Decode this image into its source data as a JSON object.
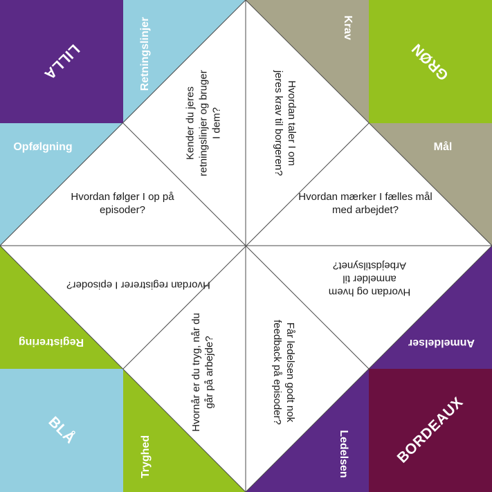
{
  "colors": {
    "purple": "#5b2a86",
    "lightblue": "#94cfe0",
    "taupe": "#a8a58a",
    "green": "#95c11f",
    "bordeaux": "#6a1040",
    "white": "#ffffff",
    "line": "#4a4a4a"
  },
  "corners": {
    "top_left": "LILLA",
    "top_right": "GRØN",
    "bottom_left": "BLÅ",
    "bottom_right": "BORDEAUX"
  },
  "categories": {
    "retningslinjer": "Retningslinjer",
    "krav": "Krav",
    "opfoelgning": "Opfølgning",
    "maal": "Mål",
    "registrering": "Registrering",
    "anmeldelser": "Anmeldelser",
    "tryghed": "Tryghed",
    "ledelsen": "Ledelsen"
  },
  "questions": {
    "retningslinjer": "Kender du jeres retningslinjer og bruger I dem?",
    "krav": "Hvordan taler I om jeres krav til borgeren?",
    "opfoelgning": "Hvordan følger I op på episoder?",
    "maal": "Hvordan mærker I fælles mål med arbejdet?",
    "registrering": "Hvordan registrerer I episoder?",
    "anmeldelser": "Hvordan og hvem anmelder til Arbejdstilsynet?",
    "tryghed": "Hvornår er du tryg, når du går på arbejde?",
    "ledelsen": "Får ledelsen godt nok feedback på episoder?"
  }
}
